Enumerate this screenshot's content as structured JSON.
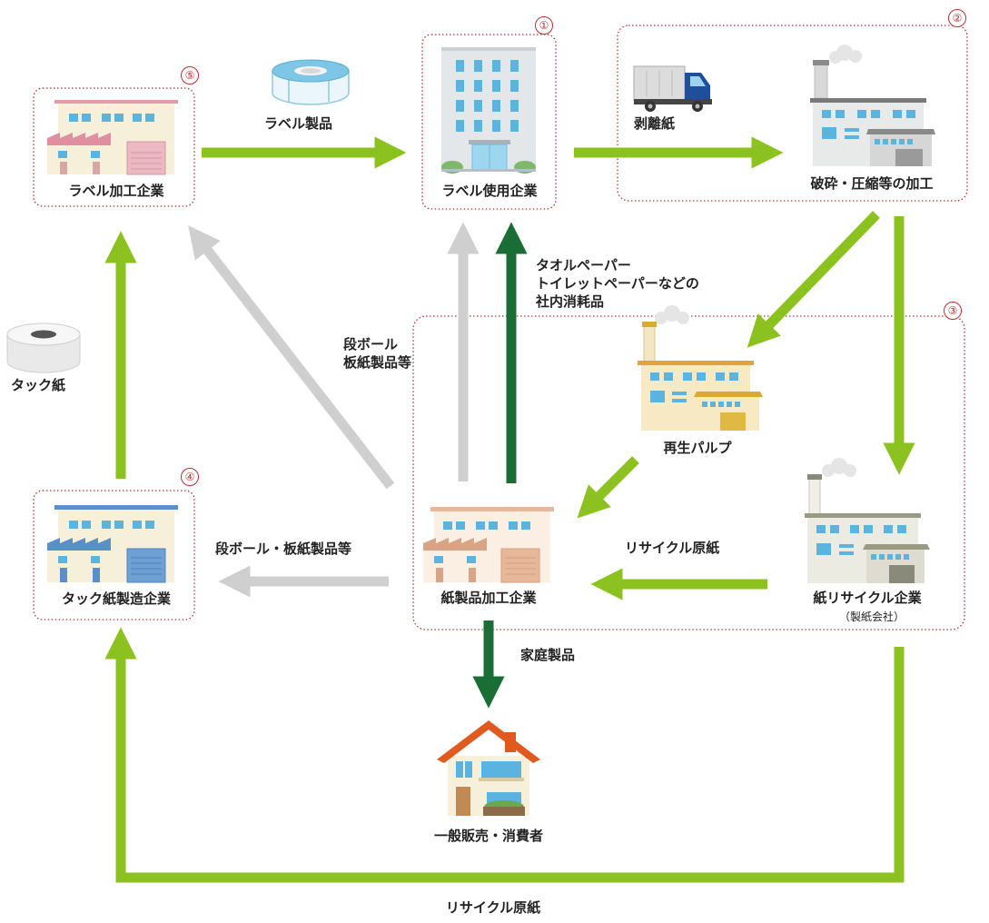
{
  "colors": {
    "light_green": "#8cc21f",
    "dark_green": "#1a6e35",
    "gray": "#cfcfcf",
    "dotted_border": "#b8312f",
    "roof_orange": "#e0591f"
  },
  "markers": {
    "m1": "①",
    "m2": "②",
    "m3": "③",
    "m4": "④",
    "m5": "⑤"
  },
  "nodes": {
    "label_processor": "ラベル加工企業",
    "label_user": "ラベル使用企業",
    "crushing": "破砕・圧縮等の加工",
    "recycled_pulp": "再生パルプ",
    "paper_recycler": "紙リサイクル企業",
    "paper_recycler_sub": "（製紙会社）",
    "paper_products": "紙製品加工企業",
    "tack_maker": "タック紙製造企業",
    "consumers": "一般販売・消費者"
  },
  "items": {
    "tack_paper": "タック紙"
  },
  "edges": {
    "label_products": "ラベル製品",
    "release_paper": "剥離紙",
    "towel_paper": "タオルペーパー\nトイレットペーパーなどの\n社内消耗品",
    "cardboard_left": "段ボール\n板紙製品等",
    "cardboard_bottom": "段ボール・板紙製品等",
    "recycled_base_mid": "リサイクル原紙",
    "household": "家庭製品",
    "recycled_base_bottom": "リサイクル原紙"
  },
  "icons": {
    "label_roll": "label-roll-icon",
    "tack_roll": "tack-paper-roll-icon",
    "truck": "truck-icon",
    "office": "office-building-icon",
    "factory": "factory-icon",
    "house": "house-icon"
  }
}
